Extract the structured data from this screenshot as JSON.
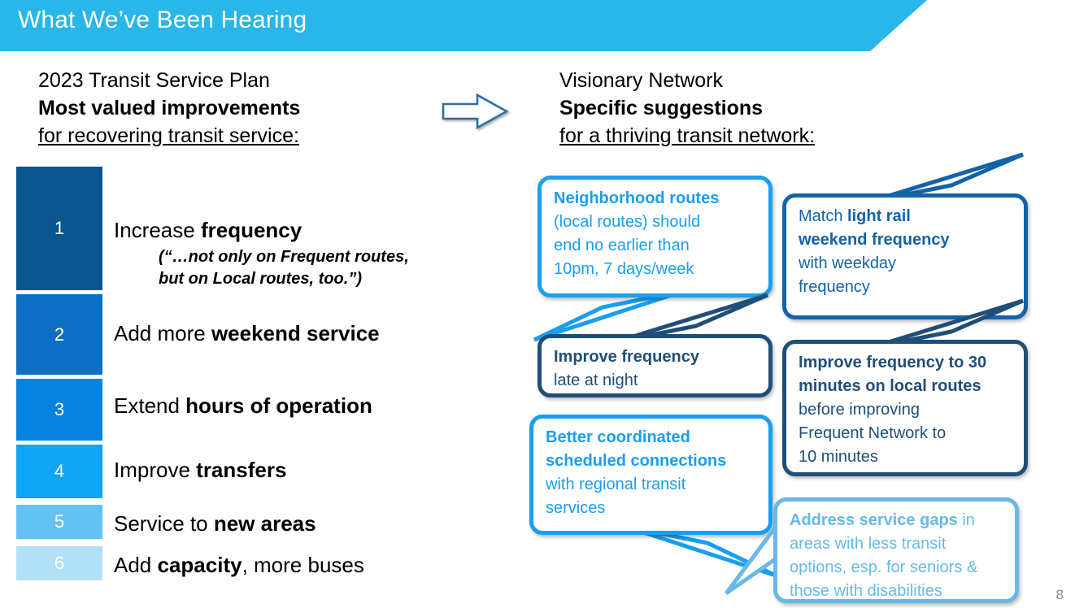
{
  "header": {
    "title": "What We’ve Been Hearing",
    "band_color": "#29b6e8"
  },
  "left_column": {
    "intro_line1": "2023 Transit Service Plan",
    "intro_line2": "Most valued improvements",
    "intro_line3": "for recovering transit service:",
    "items": [
      {
        "rank": "1",
        "pre": "Increase ",
        "bold": "frequency",
        "post": "",
        "color": "#0b558f",
        "note_line1": "(“…not only on Frequent routes,",
        "note_line2": "but on Local routes, too.”)"
      },
      {
        "rank": "2",
        "pre": "Add more ",
        "bold": "weekend service",
        "post": "",
        "color": "#0d6fc4"
      },
      {
        "rank": "3",
        "pre": "Extend ",
        "bold": "hours of operation",
        "post": "",
        "color": "#0682e0"
      },
      {
        "rank": "4",
        "pre": "Improve ",
        "bold": "transfers",
        "post": "",
        "color": "#11a5f5"
      },
      {
        "rank": "5",
        "pre": "Service to ",
        "bold": "new areas",
        "post": "",
        "color": "#64c2f2"
      },
      {
        "rank": "6",
        "pre": "Add ",
        "bold": "capacity",
        "post": ", more buses",
        "color": "#b3e0f9"
      }
    ]
  },
  "arrow": {
    "name": "right-arrow",
    "stroke": "#2e6da4"
  },
  "right_column": {
    "intro_line1": "Visionary Network",
    "intro_line2": "Specific suggestions",
    "intro_line3": "for a thriving transit network:",
    "bubbles": [
      {
        "id": "neighborhood-routes",
        "color": "#1a9ef0",
        "tail": "down-left",
        "lines": [
          {
            "bold": "Neighborhood routes",
            "normal": ""
          },
          {
            "bold": "",
            "normal": "(local routes) should"
          },
          {
            "bold": "",
            "normal": "end no earlier than"
          },
          {
            "bold": "",
            "normal": "10pm, 7 days/week"
          }
        ]
      },
      {
        "id": "light-rail-weekend",
        "color": "#1263a8",
        "tail": "up-right",
        "lines": [
          {
            "bold": "",
            "normal": "Match ",
            "bold_after": "light rail"
          },
          {
            "bold": "weekend frequency",
            "normal": ""
          },
          {
            "bold": "",
            "normal": "with weekday"
          },
          {
            "bold": "",
            "normal": "frequency"
          }
        ]
      },
      {
        "id": "improve-frequency-night",
        "color": "#1f4e79",
        "tail": "up-right",
        "lines": [
          {
            "bold": "Improve frequency",
            "normal": ""
          },
          {
            "bold": "",
            "normal": "late at night"
          }
        ]
      },
      {
        "id": "improve-frequency-30",
        "color": "#1f4e79",
        "tail": "up-right",
        "lines": [
          {
            "bold": "Improve frequency to 30",
            "normal": ""
          },
          {
            "bold": "minutes on local routes",
            "normal": ""
          },
          {
            "bold": "",
            "normal": "before improving"
          },
          {
            "bold": "",
            "normal": "Frequent Network to"
          },
          {
            "bold": "",
            "normal": "10 minutes"
          }
        ]
      },
      {
        "id": "better-coordinated",
        "color": "#1a9ef0",
        "tail": "down-right",
        "lines": [
          {
            "bold": "Better coordinated",
            "normal": ""
          },
          {
            "bold": "scheduled connections",
            "normal": ""
          },
          {
            "bold": "",
            "normal": "with regional transit"
          },
          {
            "bold": "",
            "normal": "services"
          }
        ]
      },
      {
        "id": "address-service-gaps",
        "color": "#68b9e8",
        "tail": "left",
        "lines": [
          {
            "bold": "Address service gaps",
            "normal": " in"
          },
          {
            "bold": "",
            "normal": "areas with less transit"
          },
          {
            "bold": "",
            "normal": "options, esp. for seniors &"
          },
          {
            "bold": "",
            "normal": "those with disabilities"
          }
        ]
      }
    ]
  },
  "page_number": "8"
}
